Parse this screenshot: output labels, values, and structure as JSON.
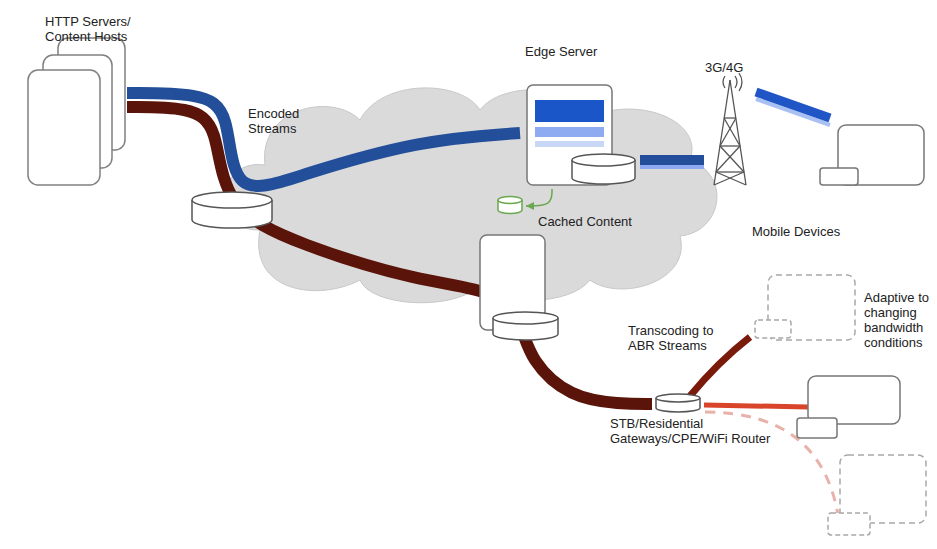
{
  "diagram": {
    "nodes": [
      {
        "text": [
          "HTTP Servers/ Content Hosts"
        ]
      },
      {
        "text": [
          "Edge Server"
        ]
      },
      {
        "text": [
          "Cached Content"
        ]
      },
      {
        "text": [
          "3G/4G"
        ]
      },
      {
        "text": [
          "Mobile Devices"
        ]
      },
      {
        "text": [
          "STB/Residential Gateways/CPE/WiFi Router"
        ]
      }
    ],
    "edges": [
      {
        "from": 0,
        "to": 1,
        "arrow": "none"
      },
      {
        "from": 0,
        "to": 5,
        "arrow": "none"
      },
      {
        "from": 1,
        "to": 2,
        "arrow": "to"
      },
      {
        "from": 1,
        "to": 3,
        "arrow": "none"
      },
      {
        "from": 3,
        "to": 4,
        "arrow": "none"
      }
    ],
    "labels": [
      "Encoded Streams",
      "Transcoding to ABR Streams",
      "Adaptive to changing bandwidth conditions"
    ]
  }
}
